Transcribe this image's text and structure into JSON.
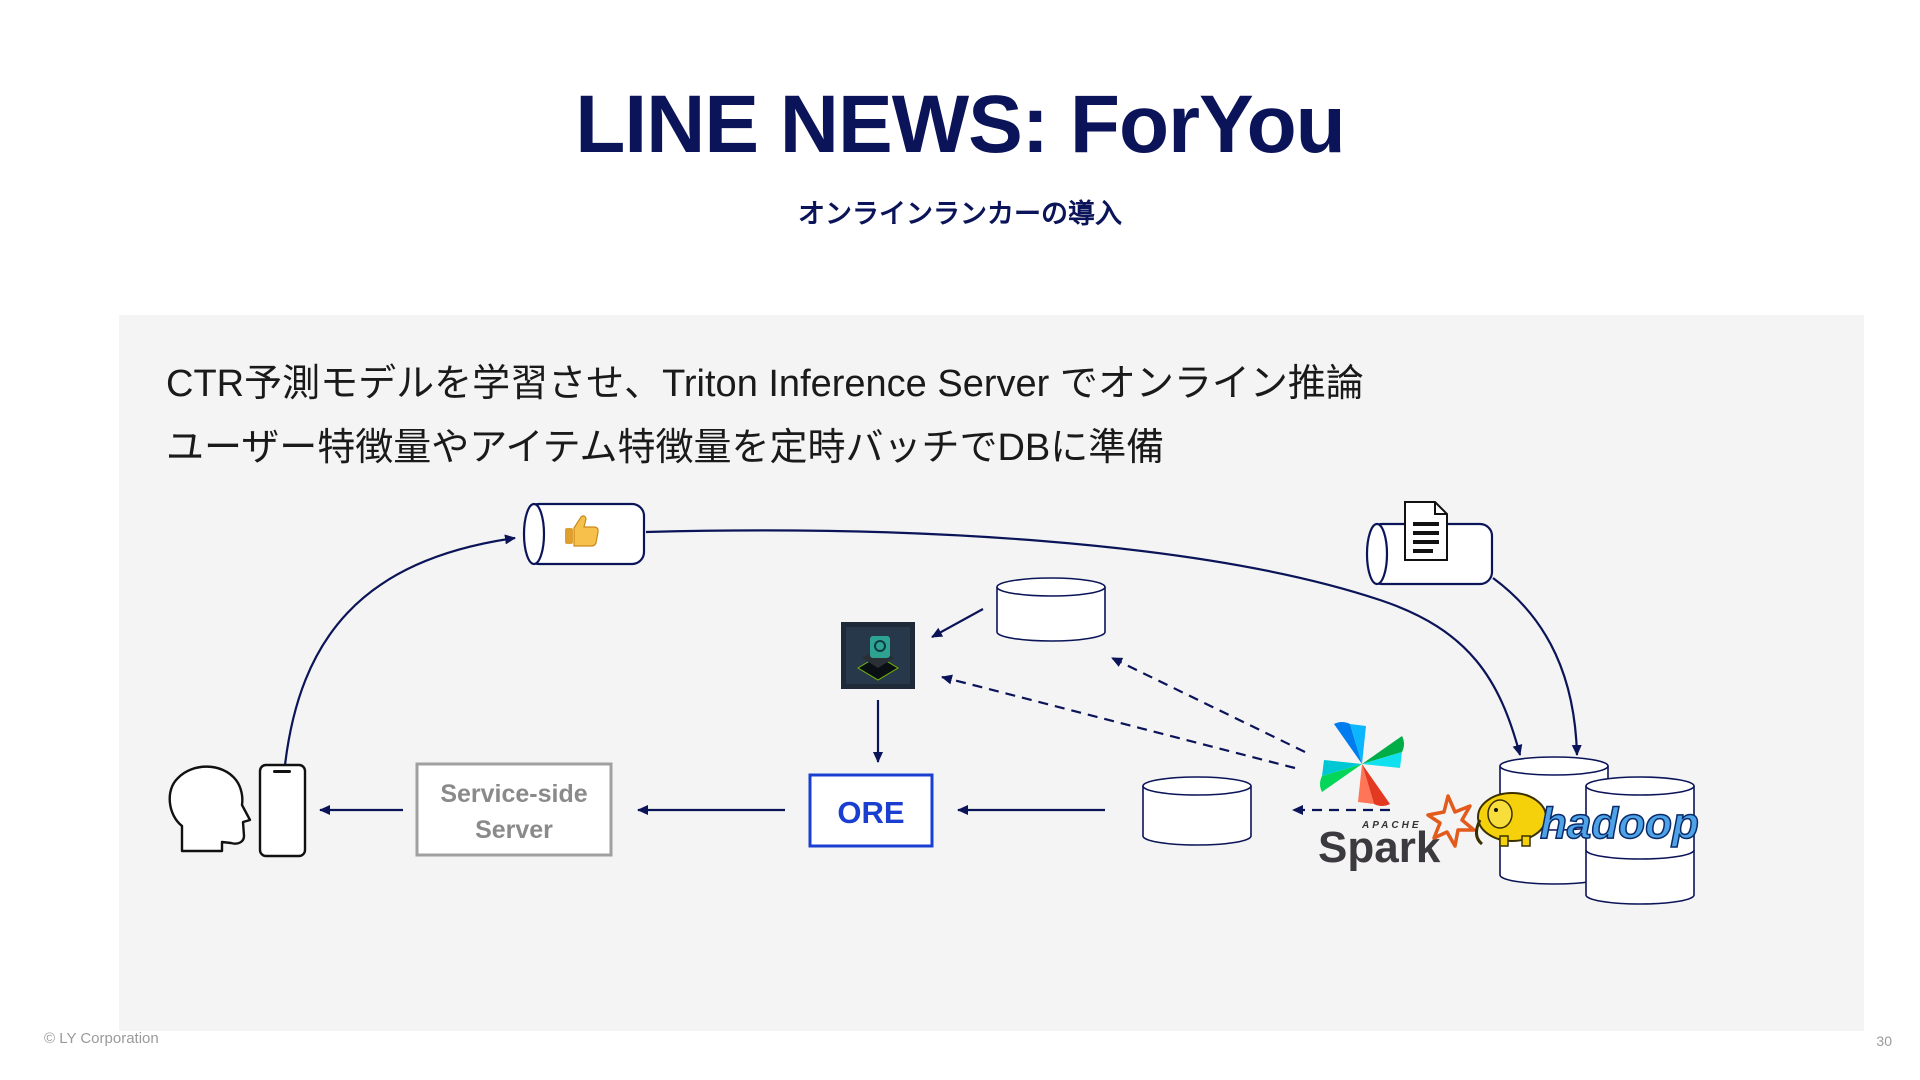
{
  "slide": {
    "title": "LINE NEWS: ForYou",
    "subtitle": "オンラインランカーの導入",
    "bullets": [
      "CTR予測モデルを学習させ、Triton Inference Server でオンライン推論",
      "ユーザー特徴量やアイテム特徴量を定時バッチでDBに準備"
    ]
  },
  "diagram": {
    "service_server": [
      "Service-side",
      "Server"
    ],
    "ore_label": "ORE",
    "spark_apache": "APACHE",
    "spark_label": "Spark",
    "hadoop_label": "hadoop"
  },
  "footer": {
    "copyright": "© LY Corporation",
    "page_number": "30"
  },
  "colors": {
    "navy": "#0b1458",
    "ore_blue": "#1a3fd0",
    "panel_bg": "#f4f4f4",
    "spark_orange": "#e25a1c",
    "hadoop_yellow": "#f5d10b",
    "hadoop_blue": "#1a6fd0"
  },
  "icons": [
    "thumbs-up-icon",
    "document-icon",
    "person-head-icon",
    "smartphone-icon",
    "triton-server-icon",
    "airflow-pinwheel-icon",
    "spark-star-icon",
    "hadoop-elephant-icon"
  ]
}
